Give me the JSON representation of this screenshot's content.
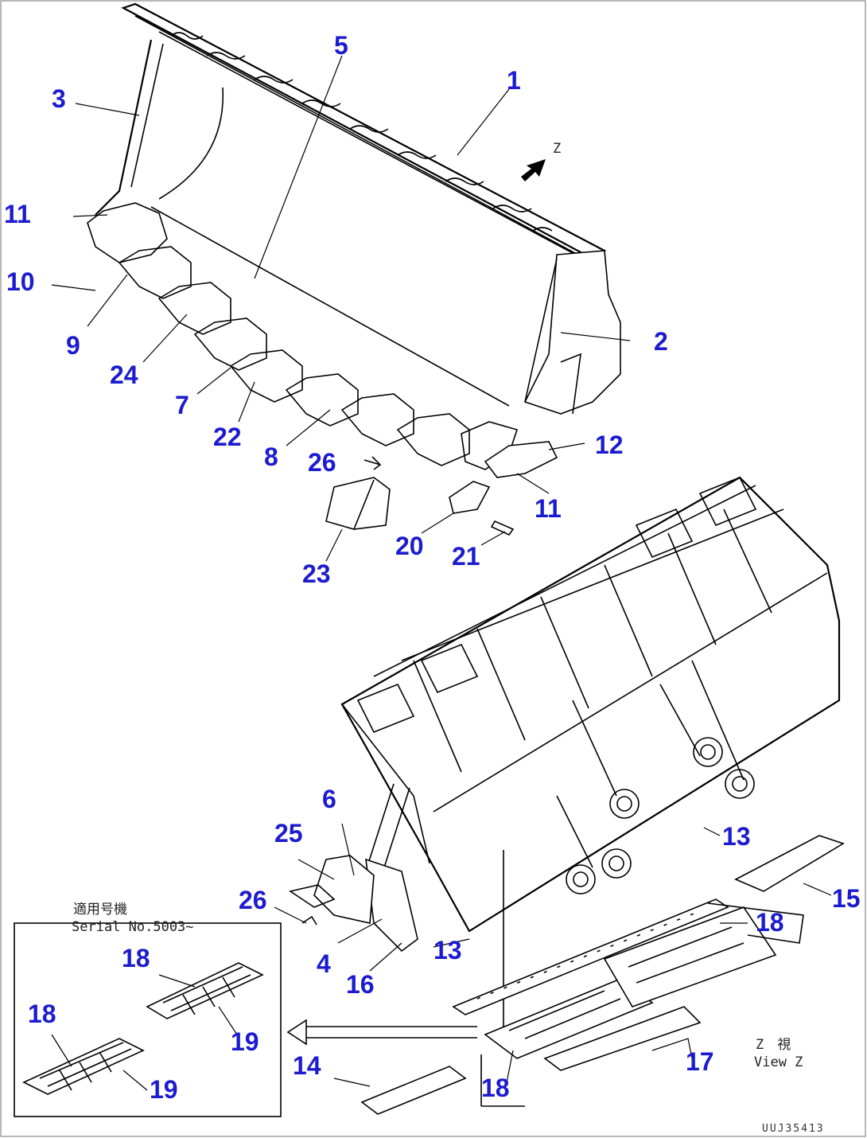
{
  "diagram": {
    "callouts": {
      "c1": "1",
      "c2": "2",
      "c3": "3",
      "c4": "4",
      "c5": "5",
      "c6": "6",
      "c7": "7",
      "c8": "8",
      "c9": "9",
      "c10": "10",
      "c11a": "11",
      "c11b": "11",
      "c12": "12",
      "c13a": "13",
      "c13b": "13",
      "c14": "14",
      "c15": "15",
      "c16": "16",
      "c17": "17",
      "c18a": "18",
      "c18b": "18",
      "c18c": "18",
      "c18d": "18",
      "c19a": "19",
      "c19b": "19",
      "c20": "20",
      "c21": "21",
      "c22": "22",
      "c23": "23",
      "c24": "24",
      "c25": "25",
      "c26a": "26",
      "c26b": "26"
    },
    "view_arrow_label": "Z",
    "view_label_jp": "Z　視",
    "view_label_en": "View Z",
    "inset_note_jp": "適用号機",
    "inset_note_serial": "Serial No.5003~",
    "drawing_code": "UUJ35413"
  }
}
